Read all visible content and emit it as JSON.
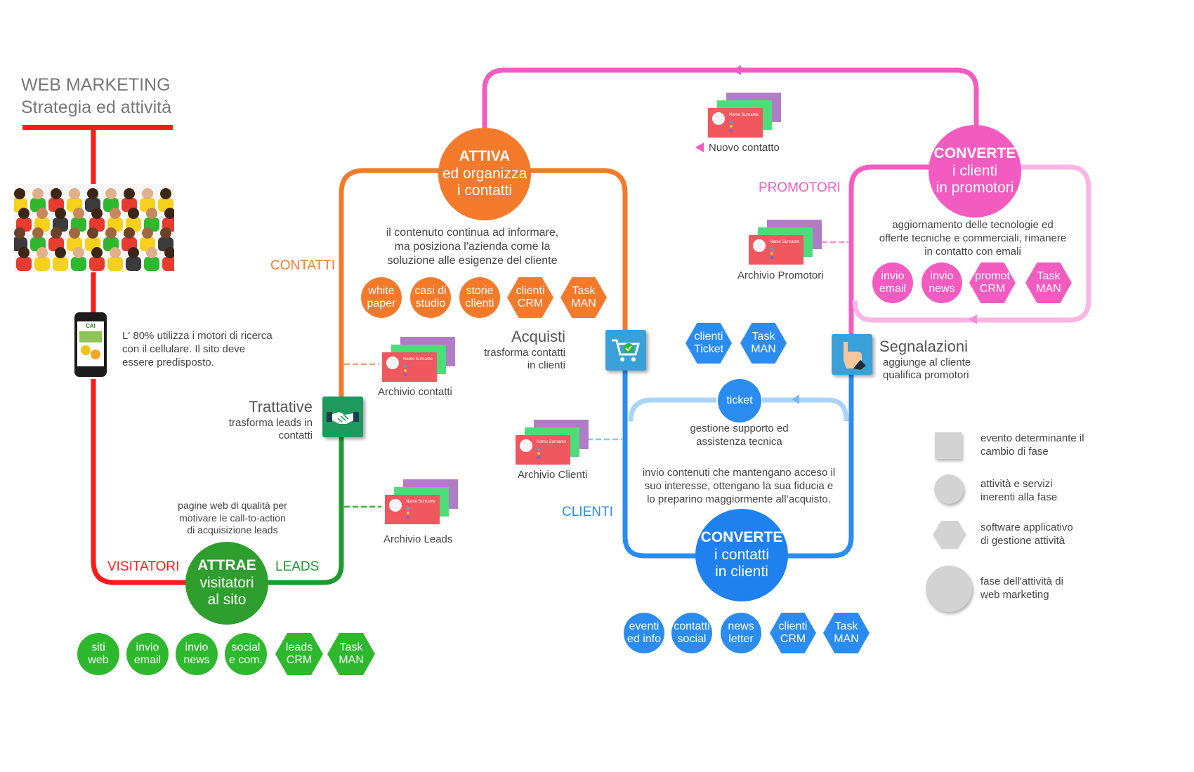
{
  "header": {
    "title": "WEB MARKETING",
    "subtitle": "Strategia ed attività"
  },
  "colors": {
    "red": "#ff1a1a",
    "green": "#2db82d",
    "green_dark": "#1f9a2f",
    "orange": "#f47a2b",
    "pink": "#f25cc1",
    "pink_light": "#f9b6e4",
    "blue": "#2b8cf0",
    "blue_light": "#a8d4f8",
    "grey": "#d3d3d3"
  },
  "mobile": {
    "text_1": "L' 80% utilizza i motori di ricerca",
    "text_2": "con il cellulare. Il sito deve",
    "text_3": "essere predisposto.",
    "logo": "CAI"
  },
  "attrae": {
    "title": "ATTRAE",
    "line1": "visitatori",
    "line2": "al sito",
    "desc_1": "pagine web di qualità per",
    "desc_2": "motivare le call-to-action",
    "desc_3": "di acquisizione leads",
    "label_left": "VISITATORI",
    "label_right": "LEADS",
    "items": [
      {
        "shape": "circle",
        "l1": "siti",
        "l2": "web"
      },
      {
        "shape": "circle",
        "l1": "invio",
        "l2": "email"
      },
      {
        "shape": "circle",
        "l1": "invio",
        "l2": "news"
      },
      {
        "shape": "circle",
        "l1": "social",
        "l2": "e com."
      },
      {
        "shape": "hex",
        "l1": "leads",
        "l2": "CRM"
      },
      {
        "shape": "hex",
        "l1": "Task",
        "l2": "MAN"
      }
    ]
  },
  "trattative": {
    "title": "Trattative",
    "sub_1": "trasforma leads in",
    "sub_2": "contatti"
  },
  "archivio_leads": {
    "label": "Archivio Leads"
  },
  "archivio_contatti": {
    "label": "Archivio contatti"
  },
  "attiva": {
    "title": "ATTIVA",
    "line1": "ed organizza",
    "line2": "i contatti",
    "label": "CONTATTI",
    "desc_1": "il contenuto continua ad informare,",
    "desc_2": "ma posiziona l'azienda come la",
    "desc_3": "soluzione alle esigenze del cliente",
    "items": [
      {
        "shape": "circle",
        "l1": "white",
        "l2": "paper"
      },
      {
        "shape": "circle",
        "l1": "casi di",
        "l2": "studio"
      },
      {
        "shape": "circle",
        "l1": "storie",
        "l2": "clienti"
      },
      {
        "shape": "hex",
        "l1": "clienti",
        "l2": "CRM"
      },
      {
        "shape": "hex",
        "l1": "Task",
        "l2": "MAN"
      }
    ]
  },
  "acquisti": {
    "title": "Acquisti",
    "sub_1": "trasforma contatti",
    "sub_2": "in clienti"
  },
  "archivio_clienti": {
    "label": "Archivio Clienti"
  },
  "nuovo_contatto": {
    "label": "Nuovo contatto"
  },
  "converte_clienti": {
    "title": "CONVERTE",
    "line1": "i contatti",
    "line2": "in clienti",
    "label": "CLIENTI",
    "ticket": "ticket",
    "support_1": "gestione supporto ed",
    "support_2": "assistenza tecnica",
    "desc_1": "invio contenuti che mantengano acceso il",
    "desc_2": "suo interesse, ottengano la sua fiducia e",
    "desc_3": "lo preparino maggiormente all’acquisto.",
    "items": [
      {
        "shape": "circle",
        "l1": "eventi",
        "l2": "ed info"
      },
      {
        "shape": "circle",
        "l1": "contatti",
        "l2": "social"
      },
      {
        "shape": "circle",
        "l1": "news",
        "l2": "letter"
      },
      {
        "shape": "hex",
        "l1": "clienti",
        "l2": "CRM"
      },
      {
        "shape": "hex",
        "l1": "Task",
        "l2": "MAN"
      }
    ],
    "support_items": [
      {
        "shape": "hex",
        "l1": "clienti",
        "l2": "Ticket"
      },
      {
        "shape": "hex",
        "l1": "Task",
        "l2": "MAN"
      }
    ]
  },
  "segnalazioni": {
    "title": "Segnalazioni",
    "sub_1": "aggiunge al cliente",
    "sub_2": "qualifica promotori"
  },
  "converte_promotori": {
    "title": "CONVERTE",
    "line1": "i clienti",
    "line2": "in promotori",
    "label": "PROMOTORI",
    "desc_1": "aggiornamento delle tecnologie ed",
    "desc_2": "offerte tecniche e commerciali, rimanere",
    "desc_3": "in contatto con emali",
    "items": [
      {
        "shape": "circle",
        "l1": "invio",
        "l2": "email"
      },
      {
        "shape": "circle",
        "l1": "invio",
        "l2": "news"
      },
      {
        "shape": "hex",
        "l1": "promot",
        "l2": "CRM"
      },
      {
        "shape": "hex",
        "l1": "Task",
        "l2": "MAN"
      }
    ]
  },
  "archivio_promotori": {
    "label": "Archivio Promotori"
  },
  "card": {
    "name": "Name Surname"
  },
  "legend": [
    {
      "shape": "square",
      "l1": "evento determinante il",
      "l2": "cambio di fase"
    },
    {
      "shape": "circle",
      "l1": "attività e servizi",
      "l2": "inerenti alla fase"
    },
    {
      "shape": "hex",
      "l1": "software applicativo",
      "l2": "di gestione attività"
    },
    {
      "shape": "big-circle",
      "l1": "fase dell'attività di",
      "l2": "web marketing"
    }
  ]
}
